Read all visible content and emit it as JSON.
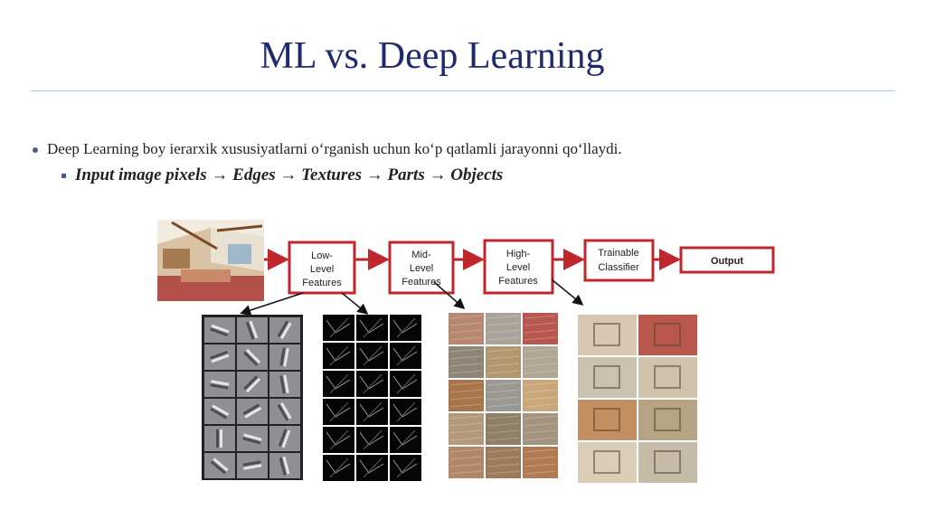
{
  "slide": {
    "title": "ML vs. Deep Learning",
    "bullet": "Deep Learning boy ierarxik xususiyatlarni o‘rganish uchun ko‘p qatlamli jarayonni qo‘llaydi.",
    "sub_bullet": "Input image pixels → Edges → Textures → Parts → Objects"
  },
  "diagram": {
    "accent_color": "#c0272d",
    "boxes": [
      {
        "lines": [
          "Low-",
          "Level",
          "Features"
        ]
      },
      {
        "lines": [
          "Mid-",
          "Level",
          "Features"
        ]
      },
      {
        "lines": [
          "High-",
          "Level",
          "Features"
        ]
      },
      {
        "lines": [
          "Trainable",
          "Classifier"
        ]
      },
      {
        "lines": [
          "Output"
        ]
      }
    ],
    "images": [
      "room-photo",
      "gabor-filter-grid",
      "edge-feature-grid",
      "texture-feature-grid",
      "part-feature-grid"
    ]
  }
}
